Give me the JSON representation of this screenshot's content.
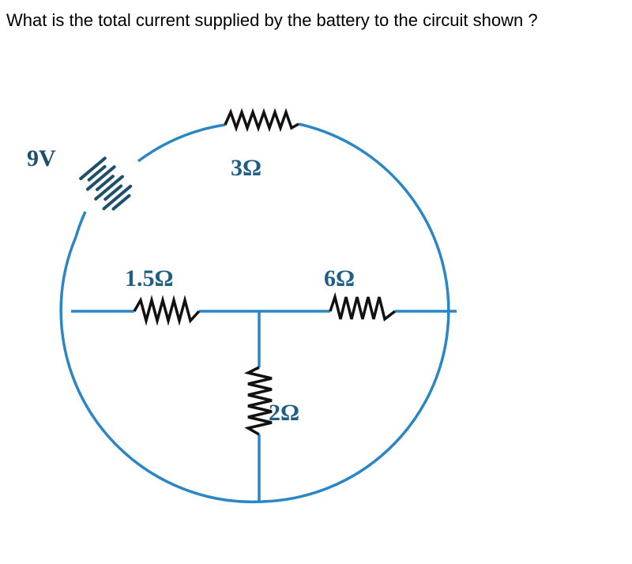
{
  "question": {
    "text": "What is the total current supplied by the battery to the circuit shown ?"
  },
  "diagram": {
    "type": "circuit",
    "wire_color": "#2a86c4",
    "resistor_color": "#111111",
    "label_color": "#1f5f86",
    "battery": {
      "label": "9V",
      "voltage": 9
    },
    "resistors": [
      {
        "id": "r_top",
        "label": "3Ω",
        "value": 3
      },
      {
        "id": "r_left",
        "label": "1.5Ω",
        "value": 1.5
      },
      {
        "id": "r_right",
        "label": "6Ω",
        "value": 6
      },
      {
        "id": "r_bottom",
        "label": "2Ω",
        "value": 2
      }
    ]
  }
}
